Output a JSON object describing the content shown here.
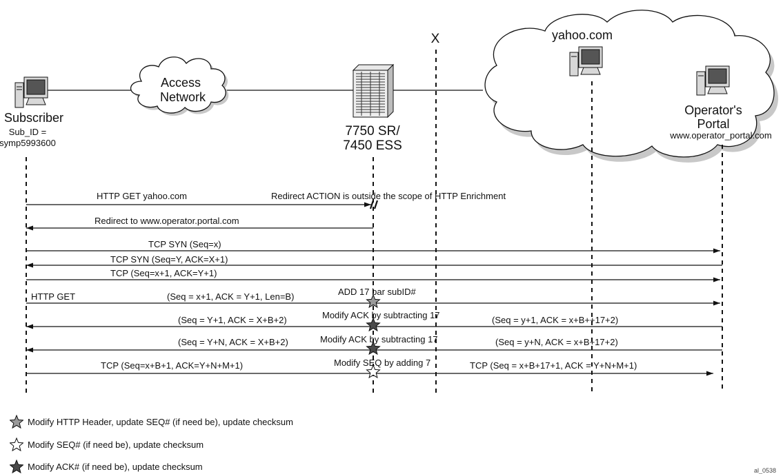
{
  "nodes": {
    "subscriber": {
      "name": "Subscriber",
      "sub_id_label": "Sub_ID =",
      "sub_id_value": "symp5993600"
    },
    "access_network": {
      "line1": "Access",
      "line2": "Network"
    },
    "router": {
      "line1": "7750 SR/",
      "line2": "7450 ESS"
    },
    "x_marker": "X",
    "yahoo": "yahoo.com",
    "portal": {
      "line1": "Operator's",
      "line2": "Portal",
      "url": "www.operator_portal.com"
    }
  },
  "messages": {
    "m1": "HTTP GET yahoo.com",
    "m1_note": "Redirect ACTION is outside the scope of HTTP Enrichment",
    "m2": "Redirect to www.operator.portal.com",
    "m3": "TCP SYN (Seq=x)",
    "m4": "TCP SYN (Seq=Y, ACK=X+1)",
    "m5": "TCP (Seq=x+1, ACK=Y+1)",
    "m6_left": "HTTP GET",
    "m6_mid": "(Seq = x+1, ACK = Y+1, Len=B)",
    "m6_note": "ADD 17 bar subID#",
    "m7_left": "(Seq = Y+1, ACK = X+B+2)",
    "m7_note": "Modify ACK by subtracting 17",
    "m7_right": "(Seq = y+1, ACK = x+B++17+2)",
    "m8_left": "(Seq = Y+N, ACK = X+B+2)",
    "m8_note": "Modify ACK by subtracting 17",
    "m8_right": "(Seq = y+N, ACK = x+B+17+2)",
    "m9_left": "TCP (Seq=x+B+1, ACK=Y+N+M+1)",
    "m9_note": "Modify SEQ by adding 7",
    "m9_right": "TCP (Seq = x+B+17+1, ACK = Y+N+M+1)"
  },
  "legend": [
    {
      "icon": "gray-star-icon",
      "text": "Modify HTTP Header, update SEQ# (if need be), update checksum"
    },
    {
      "icon": "white-star-icon",
      "text": "Modify SEQ# (if need be), update checksum"
    },
    {
      "icon": "dark-star-icon",
      "text": "Modify ACK# (if need be), update checksum"
    }
  ],
  "colors": {
    "line": "#111111",
    "cloud_fill": "#ffffff",
    "cloud_shadow": "#c8c8c8",
    "star_gray": "#9a9a9a",
    "star_dark": "#4a4a4a"
  },
  "footer_code": "al_0538"
}
